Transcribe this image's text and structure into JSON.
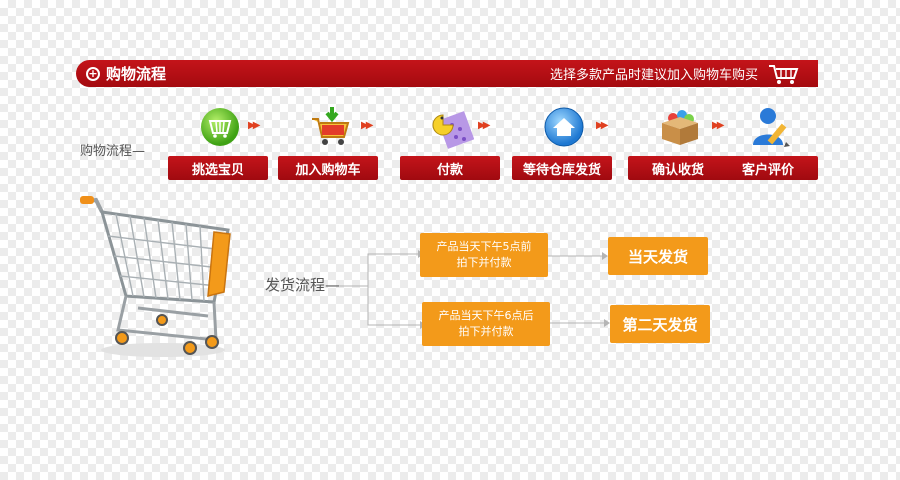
{
  "header": {
    "title": "购物流程",
    "subtitle": "选择多款产品时建议加入购物车购买"
  },
  "flow_label": "购物流程",
  "steps": [
    {
      "label": "挑选宝贝",
      "icon": "shopping-basket-icon"
    },
    {
      "label": "加入购物车",
      "icon": "add-to-cart-icon"
    },
    {
      "label": "付款",
      "icon": "payment-icon"
    },
    {
      "label": "等待仓库发货",
      "icon": "warehouse-icon"
    },
    {
      "label": "确认收货",
      "icon": "package-icon"
    },
    {
      "label": "客户评价",
      "icon": "review-icon"
    }
  ],
  "shipping": {
    "label": "发货流程",
    "branches": [
      {
        "condition_line1": "产品当天下午5点前",
        "condition_line2": "拍下并付款",
        "result": "当天发货"
      },
      {
        "condition_line1": "产品当天下午6点后",
        "condition_line2": "拍下并付款",
        "result": "第二天发货"
      }
    ]
  },
  "colors": {
    "header_red": "#b80f15",
    "orange": "#f39a1a"
  }
}
